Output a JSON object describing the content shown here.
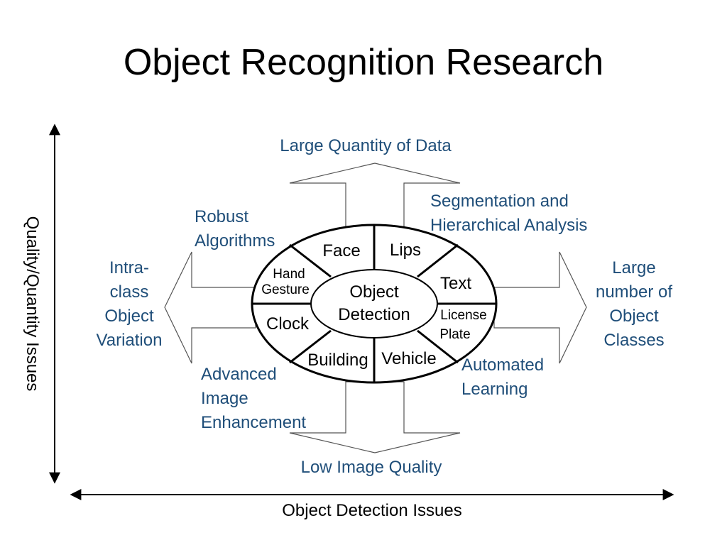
{
  "title": "Object Recognition Research",
  "axes": {
    "vertical": "Quality/Quantity Issues",
    "horizontal": "Object Detection Issues"
  },
  "center": {
    "line1": "Object",
    "line2": "Detection"
  },
  "segments": {
    "face": "Face",
    "lips": "Lips",
    "text": "Text",
    "license_line1": "License",
    "license_line2": "Plate",
    "vehicle": "Vehicle",
    "building": "Building",
    "clock": "Clock",
    "hand_line1": "Hand",
    "hand_line2": "Gesture"
  },
  "issues": {
    "top": "Large Quantity of Data",
    "bottom": "Low Image Quality",
    "left": [
      "Intra-",
      "class",
      "Object",
      "Variation"
    ],
    "right": [
      "Large",
      "number of",
      "Object",
      "Classes"
    ],
    "upper_left": [
      "Robust",
      "Algorithms"
    ],
    "upper_right": [
      "Segmentation and",
      "Hierarchical Analysis"
    ],
    "lower_left": [
      "Advanced",
      "Image",
      "Enhancement"
    ],
    "lower_right": [
      "Automated",
      "Learning"
    ]
  },
  "colors": {
    "label_blue": "#1f4e79",
    "lines": "#000000",
    "arrows": "#404040"
  }
}
